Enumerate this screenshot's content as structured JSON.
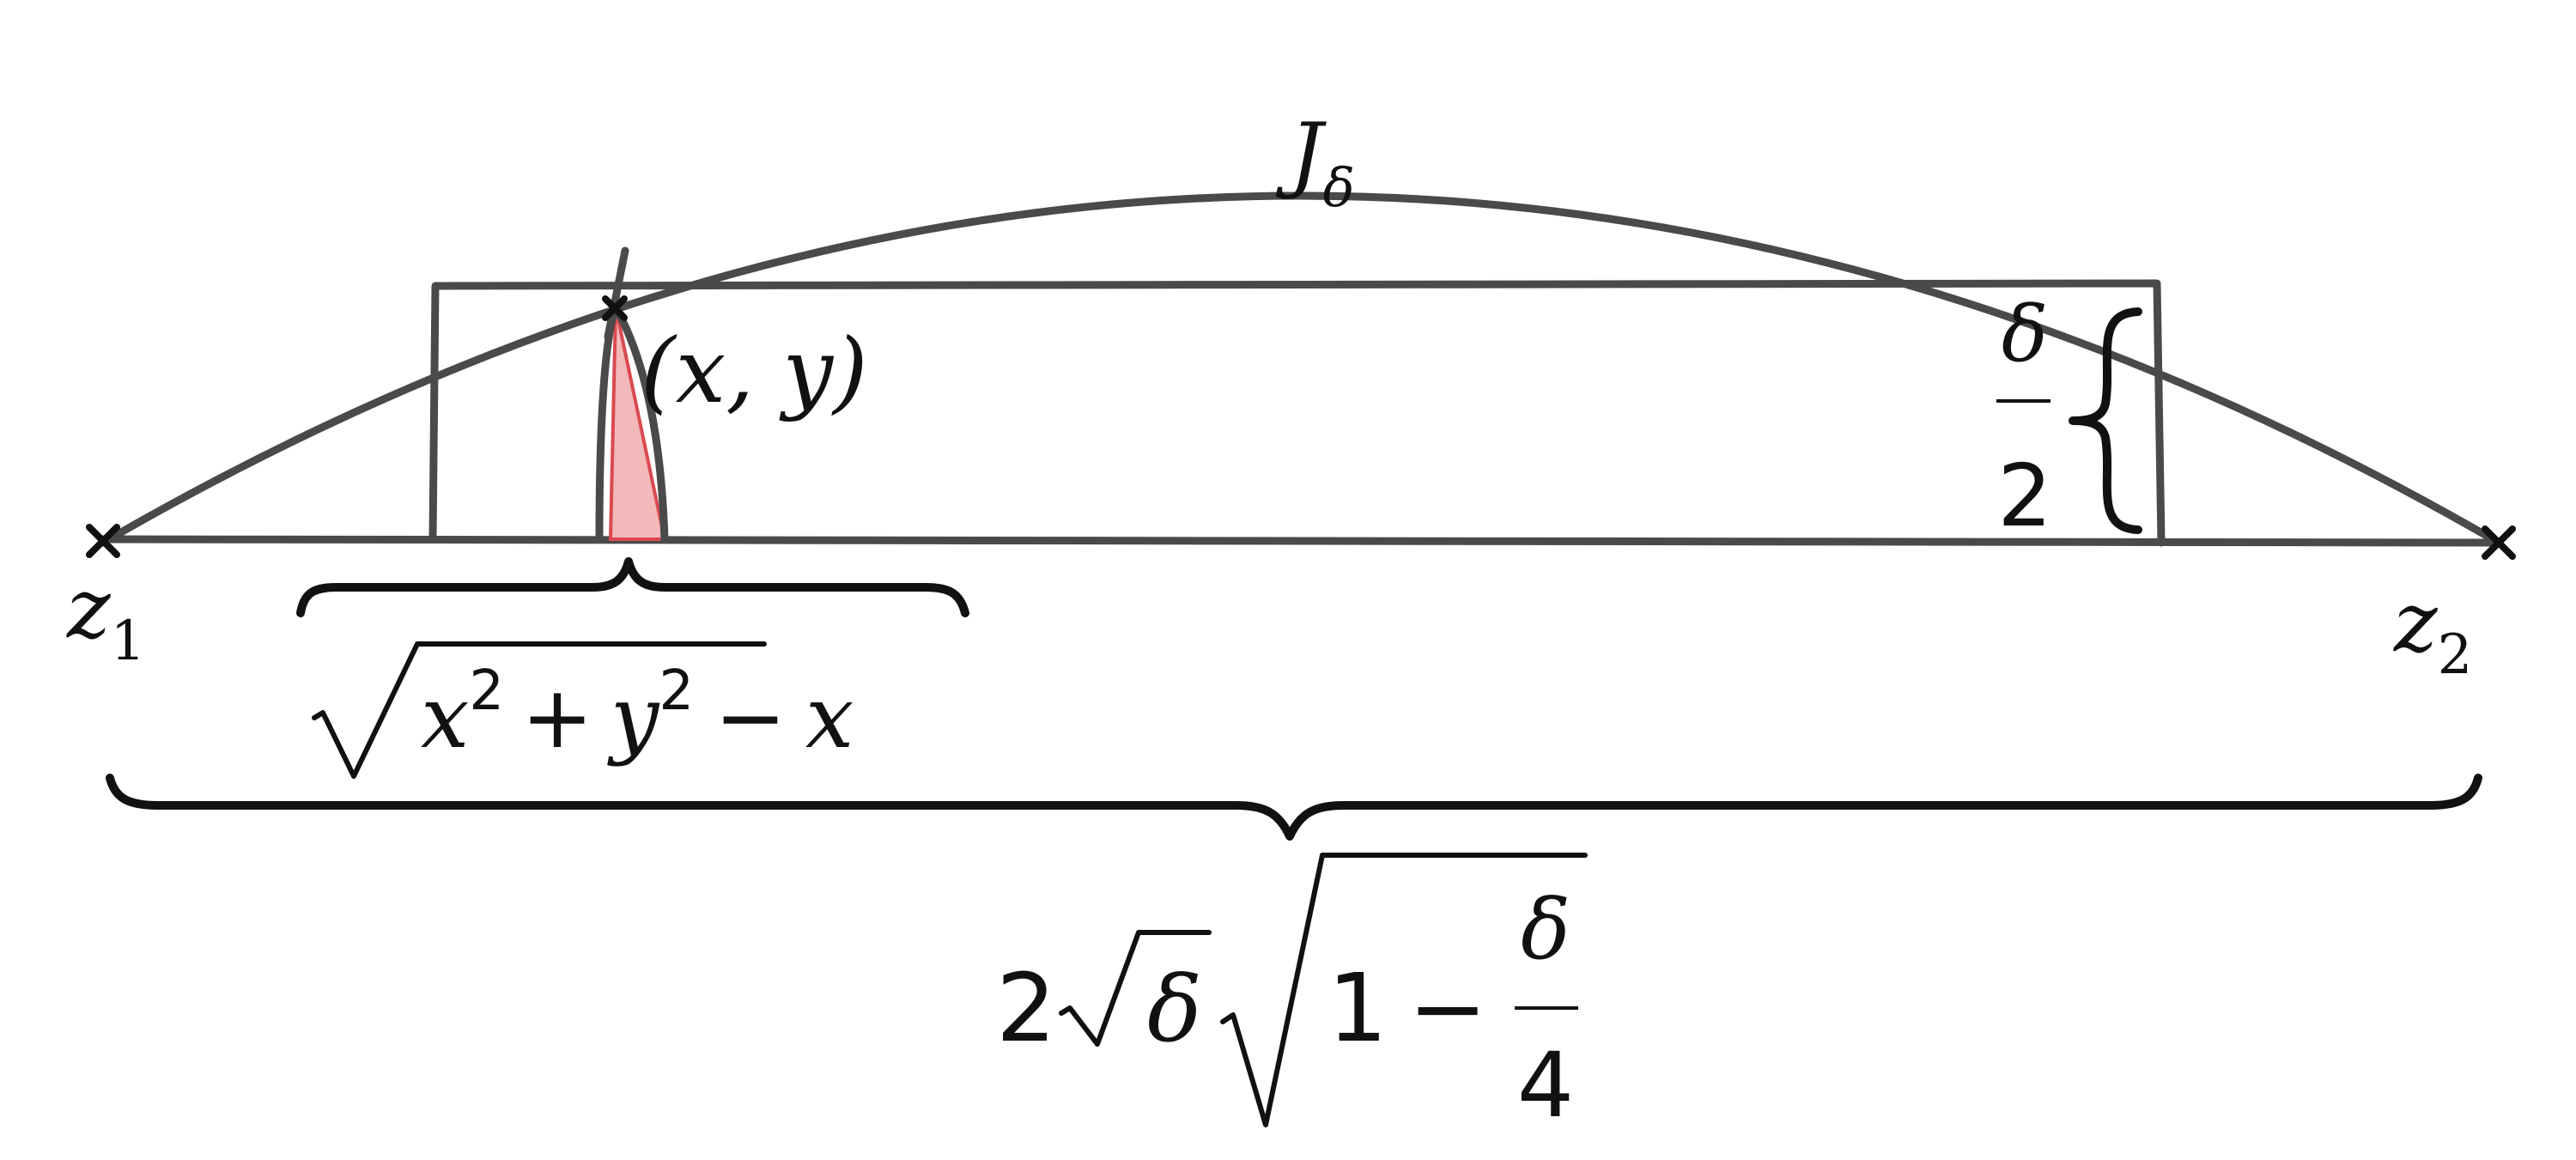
{
  "labels": {
    "curve": {
      "main": "J",
      "sub": "δ"
    },
    "point": "(x, y)",
    "left_endpoint": {
      "main": "z",
      "sub": "1"
    },
    "right_endpoint": {
      "main": "z",
      "sub": "2"
    },
    "height": {
      "numerator": "δ",
      "denominator": "2"
    },
    "small_width": {
      "radicand_x": "x",
      "x_exponent": "2",
      "plus": "+",
      "radicand_y": "y",
      "y_exponent": "2",
      "minus": "−",
      "tail": "x"
    },
    "total_width": {
      "coefficient": "2",
      "inner_radicand": "δ",
      "one": "1",
      "minus": "−",
      "numerator": "δ",
      "denominator": "4"
    }
  },
  "colors": {
    "geometry": "#4a4a4a",
    "ink": "#111111",
    "triangle_fill": "#f2b8ba",
    "triangle_stroke": "#d94a50"
  }
}
